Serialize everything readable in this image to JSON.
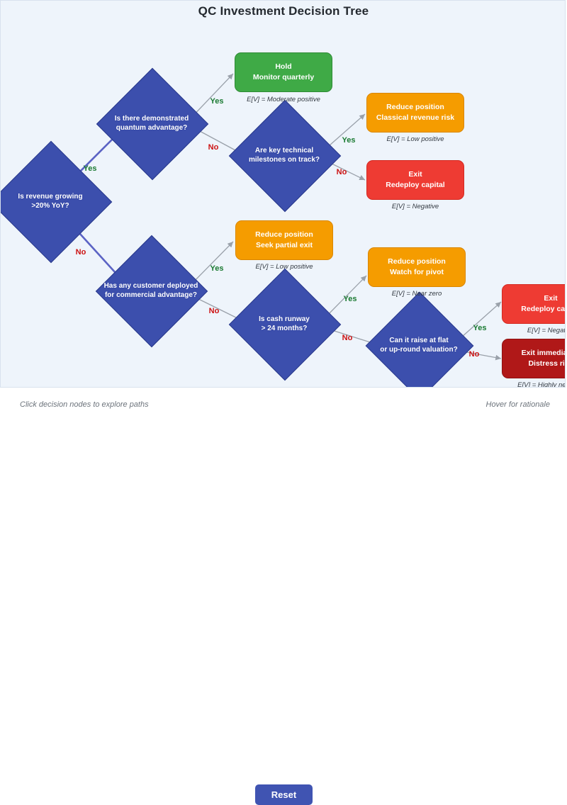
{
  "title": "QC Investment Decision Tree",
  "footer": {
    "left_hint": "Click decision nodes to explore paths",
    "reset_label": "Reset",
    "right_hint": "Hover for rationale"
  },
  "colors": {
    "background": "#eef4fb",
    "decision": "#3c4fad",
    "hold": "#3faa46",
    "reduce": "#f59c00",
    "exit": "#ee3b33",
    "exit_immediate": "#b01818",
    "active_edge": "#5b63c4",
    "edge": "#9aa1aa",
    "yes_label": "#1a7a31",
    "no_label": "#cc1111",
    "reset_button": "#4054b2"
  },
  "chart_data": {
    "type": "diagram",
    "title": "QC Investment Decision Tree",
    "nodes": [
      {
        "id": "n0",
        "kind": "decision",
        "line1": "Is revenue growing",
        "line2": ">20% YoY?"
      },
      {
        "id": "n1",
        "kind": "decision",
        "line1": "Is there demonstrated",
        "line2": "quantum advantage?"
      },
      {
        "id": "n2",
        "kind": "decision",
        "line1": "Are key technical",
        "line2": "milestones on track?"
      },
      {
        "id": "n3",
        "kind": "decision",
        "line1": "Has any customer deployed",
        "line2": "for commercial advantage?"
      },
      {
        "id": "n4",
        "kind": "decision",
        "line1": "Is cash runway",
        "line2": "> 24 months?"
      },
      {
        "id": "n5",
        "kind": "decision",
        "line1": "Can it raise at flat",
        "line2": "or up-round valuation?"
      },
      {
        "id": "l1",
        "kind": "leaf",
        "style": "green",
        "line1": "Hold",
        "line2": "Monitor quarterly",
        "ev": "E[V] = Moderate positive"
      },
      {
        "id": "l2",
        "kind": "leaf",
        "style": "orange",
        "line1": "Reduce position",
        "line2": "Classical revenue risk",
        "ev": "E[V] = Low positive"
      },
      {
        "id": "l3",
        "kind": "leaf",
        "style": "red",
        "line1": "Exit",
        "line2": "Redeploy capital",
        "ev": "E[V] = Negative"
      },
      {
        "id": "l4",
        "kind": "leaf",
        "style": "orange",
        "line1": "Reduce position",
        "line2": "Seek partial exit",
        "ev": "E[V] = Low positive"
      },
      {
        "id": "l5",
        "kind": "leaf",
        "style": "orange",
        "line1": "Reduce position",
        "line2": "Watch for pivot",
        "ev": "E[V] = Near zero"
      },
      {
        "id": "l6",
        "kind": "leaf",
        "style": "red",
        "line1": "Exit",
        "line2": "Redeploy capital",
        "ev": "E[V] = Negative"
      },
      {
        "id": "l7",
        "kind": "leaf",
        "style": "darkred",
        "line1": "Exit immediately",
        "line2": "Distress risk",
        "ev": "E[V] = Highly negative"
      }
    ],
    "edges": [
      {
        "from": "n0",
        "to": "n1",
        "label": "Yes",
        "active": true
      },
      {
        "from": "n0",
        "to": "n3",
        "label": "No",
        "active": true
      },
      {
        "from": "n1",
        "to": "l1",
        "label": "Yes",
        "active": false
      },
      {
        "from": "n1",
        "to": "n2",
        "label": "No",
        "active": false
      },
      {
        "from": "n2",
        "to": "l2",
        "label": "Yes",
        "active": false
      },
      {
        "from": "n2",
        "to": "l3",
        "label": "No",
        "active": false
      },
      {
        "from": "n3",
        "to": "l4",
        "label": "Yes",
        "active": false
      },
      {
        "from": "n3",
        "to": "n4",
        "label": "No",
        "active": false
      },
      {
        "from": "n4",
        "to": "l5",
        "label": "Yes",
        "active": false
      },
      {
        "from": "n4",
        "to": "n5",
        "label": "No",
        "active": false
      },
      {
        "from": "n5",
        "to": "l6",
        "label": "Yes",
        "active": false
      },
      {
        "from": "n5",
        "to": "l7",
        "label": "No",
        "active": false
      }
    ],
    "edge_labels": {
      "yes": "Yes",
      "no": "No"
    }
  }
}
